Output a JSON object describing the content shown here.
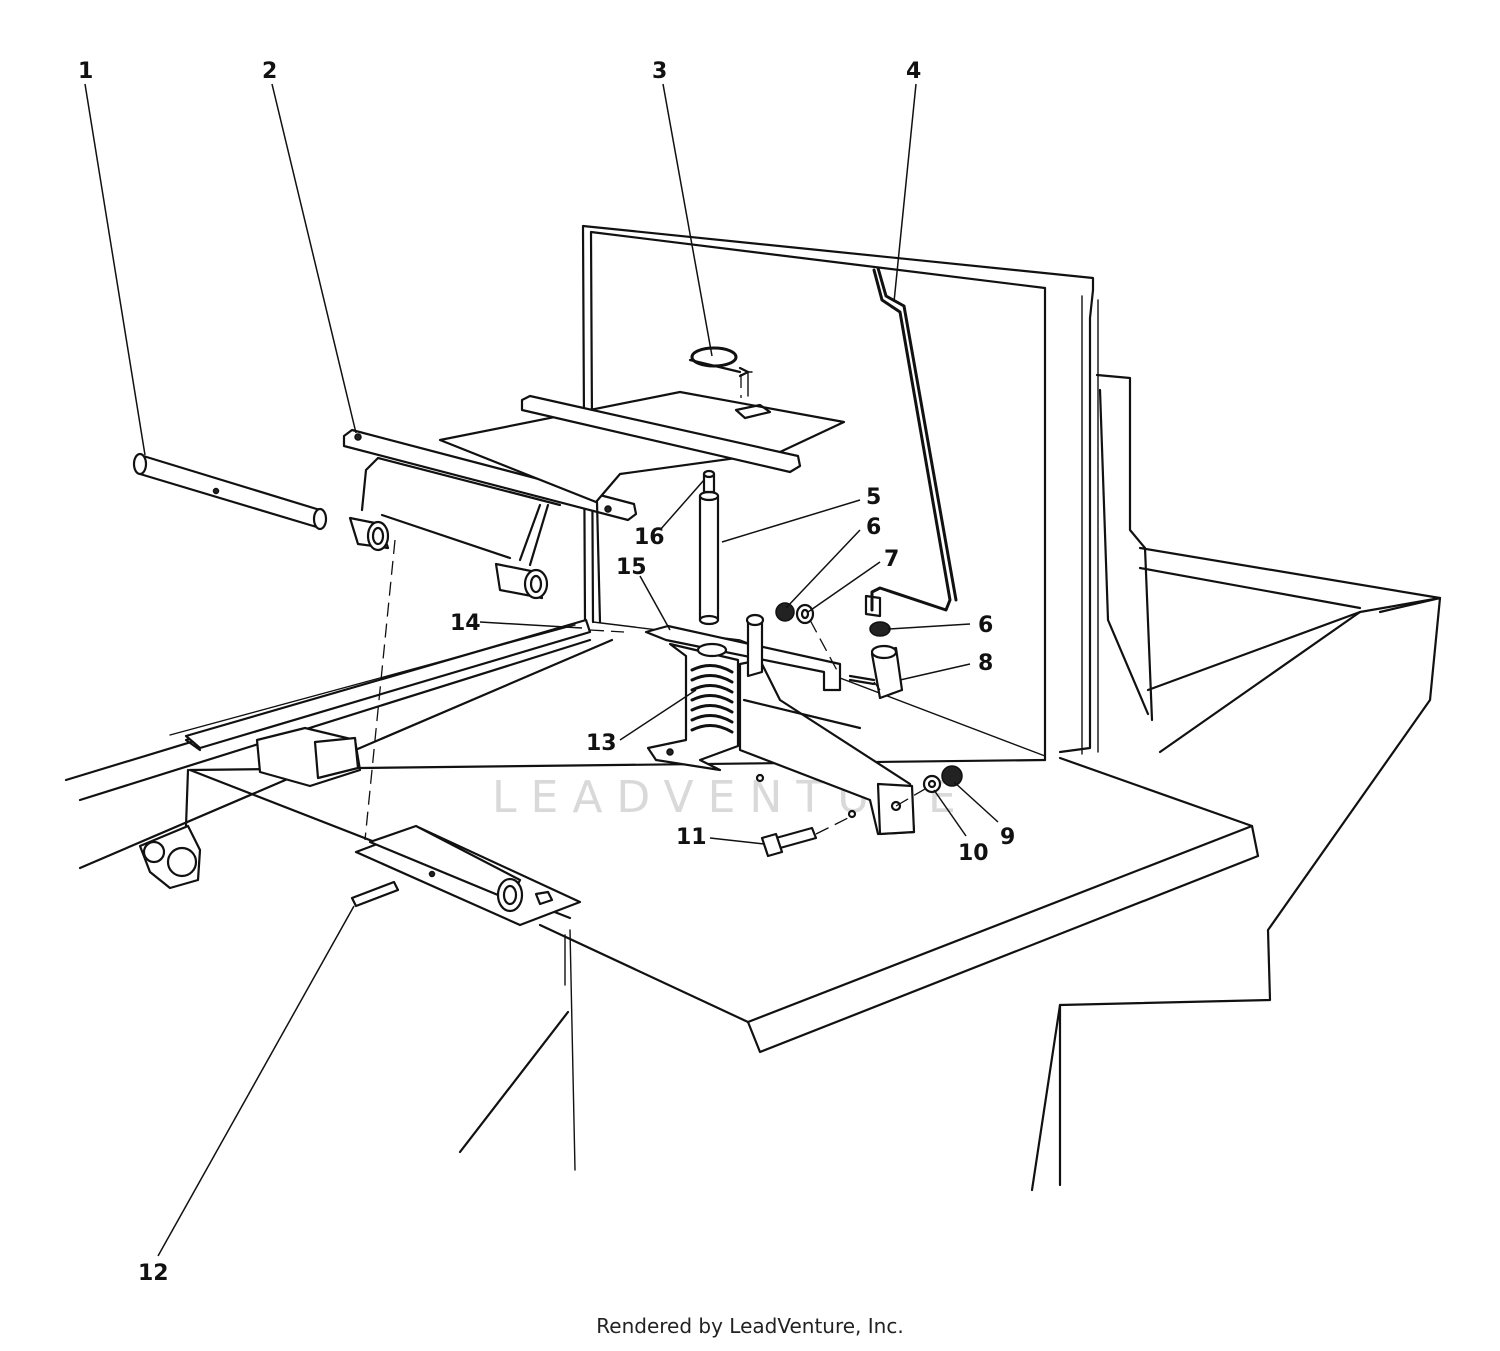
{
  "callouts": [
    {
      "id": "1",
      "label": "1"
    },
    {
      "id": "2",
      "label": "2"
    },
    {
      "id": "3",
      "label": "3"
    },
    {
      "id": "4",
      "label": "4"
    },
    {
      "id": "5",
      "label": "5"
    },
    {
      "id": "6a",
      "label": "6"
    },
    {
      "id": "6b",
      "label": "6"
    },
    {
      "id": "7",
      "label": "7"
    },
    {
      "id": "8",
      "label": "8"
    },
    {
      "id": "9",
      "label": "9"
    },
    {
      "id": "10",
      "label": "10"
    },
    {
      "id": "11",
      "label": "11"
    },
    {
      "id": "12",
      "label": "12"
    },
    {
      "id": "13",
      "label": "13"
    },
    {
      "id": "14",
      "label": "14"
    },
    {
      "id": "15",
      "label": "15"
    },
    {
      "id": "16",
      "label": "16"
    }
  ],
  "watermark": "LEADVENTURE",
  "footer": "Rendered by LeadVenture, Inc."
}
